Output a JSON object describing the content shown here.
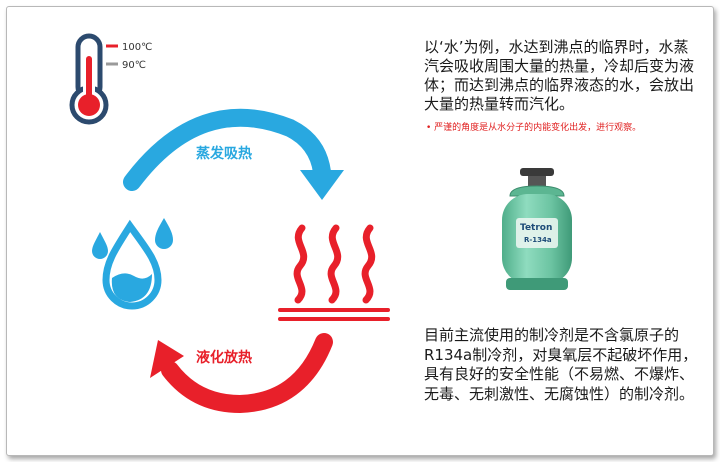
{
  "thermometer": {
    "label_high": "100℃",
    "label_low": "90℃"
  },
  "cycle": {
    "top_label": "蒸发吸热",
    "bottom_label": "液化放热"
  },
  "text": {
    "paragraph_1": "以‘水’为例，水达到沸点的临界时，水蒸汽会吸收周围大量的热量，冷却后变为液体；而达到沸点的临界液态的水，会放出大量的热量转而汽化。",
    "note": "• 严谨的角度是从水分子的内能变化出发，进行观察。",
    "paragraph_2": "目前主流使用的制冷剂是不含氯原子的R134a制冷剂，对臭氧层不起破坏作用，具有良好的安全性能（不易燃、不爆炸、无毒、无刺激性、无腐蚀性）的制冷剂。"
  },
  "cylinder": {
    "brand": "Tetron",
    "model": "R-134a"
  },
  "colors": {
    "blue": "#29a8e0",
    "red": "#e8202a",
    "cylinder_green": "#74c9a8"
  },
  "icons": [
    "thermometer-icon",
    "water-drops-icon",
    "heat-waves-icon",
    "refrigerant-cylinder-icon"
  ]
}
